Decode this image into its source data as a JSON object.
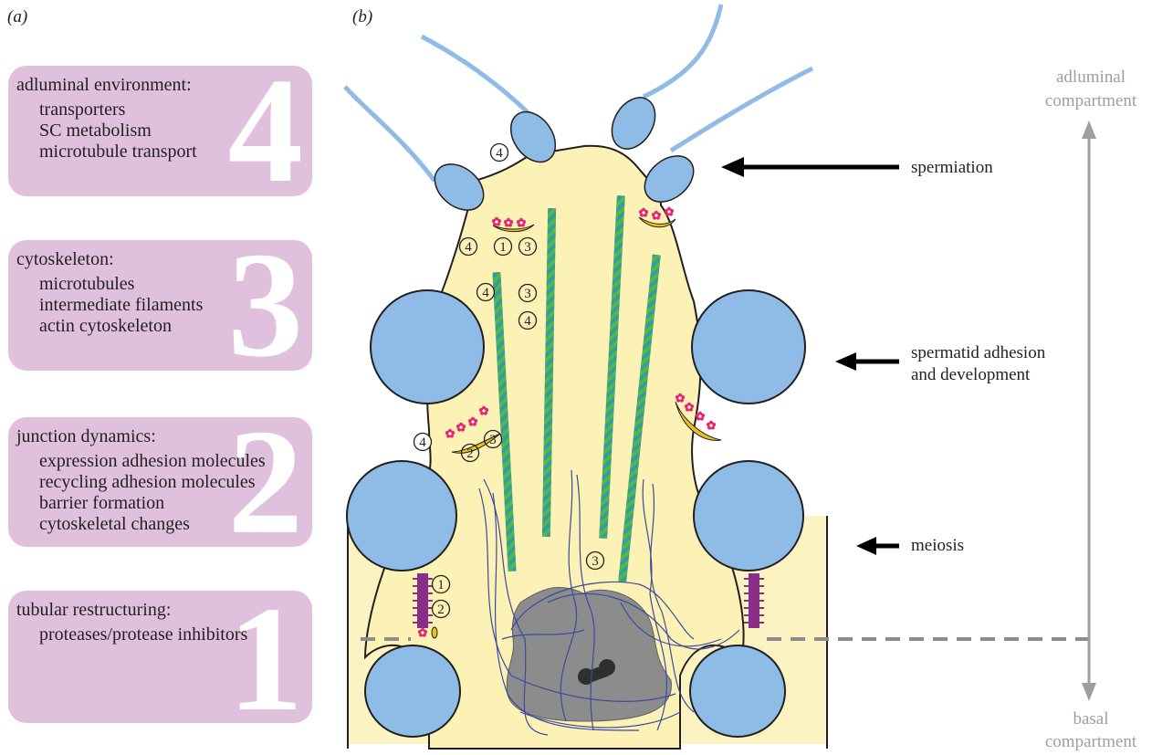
{
  "panel_a": {
    "label": "(a)"
  },
  "panel_b": {
    "label": "(b)"
  },
  "boxes": [
    {
      "number": "4",
      "title": "adluminal environment:",
      "items": [
        "transporters",
        "SC metabolism",
        "microtubule transport"
      ]
    },
    {
      "number": "3",
      "title": "cytoskeleton:",
      "items": [
        "microtubules",
        "intermediate filaments",
        "actin cytoskeleton"
      ]
    },
    {
      "number": "2",
      "title": "junction dynamics:",
      "items": [
        "expression adhesion molecules",
        "recycling adhesion molecules",
        "barrier formation",
        "cytoskeletal changes"
      ]
    },
    {
      "number": "1",
      "title": "tubular restructuring:",
      "items": [
        "proteases/protease inhibitors"
      ]
    }
  ],
  "arrows": {
    "spermiation": "spermiation",
    "adhesion_line1": "spermatid adhesion",
    "adhesion_line2": "and development",
    "meiosis": "meiosis"
  },
  "compartments": {
    "adluminal_line1": "adluminal",
    "adluminal_line2": "compartment",
    "basal_line1": "basal",
    "basal_line2": "compartment"
  },
  "circled_labels": [
    "1",
    "2",
    "3",
    "4"
  ],
  "colors": {
    "box_fill": "#dfc1dd",
    "cell_fill": "#fcf2b5",
    "nucleus_fill": "#8fbce6",
    "sertoli_nucleus": "#8c8c8c",
    "microtubule": "#5ab446",
    "junction": "#8a2e8a",
    "intermediate_filament": "#3c4aa0",
    "ectoplasmic_spec": "#e8c21a",
    "vesicle": "#e8266f",
    "compartment_arrow": "#9e9e9e"
  }
}
